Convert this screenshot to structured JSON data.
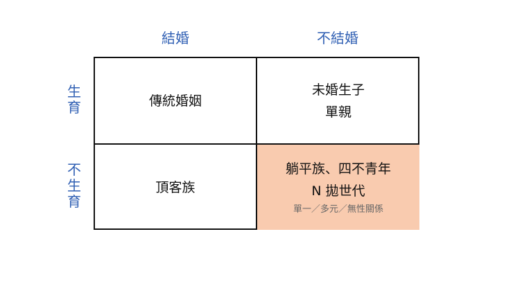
{
  "columns": [
    "結婚",
    "不結婚"
  ],
  "rows": [
    "生育",
    "不生育"
  ],
  "cells": {
    "married_with_children": [
      "傳統婚姻"
    ],
    "unmarried_with_children": [
      "未婚生子",
      "單親"
    ],
    "married_no_children": [
      "頂客族"
    ],
    "unmarried_no_children": [
      "躺平族、四不青年",
      "N 拋世代"
    ],
    "unmarried_no_children_note": "單一／多元／無性關係"
  },
  "colors": {
    "label_blue": "#2f5fb3",
    "highlight": "#f9cbaf",
    "border": "#111111"
  }
}
